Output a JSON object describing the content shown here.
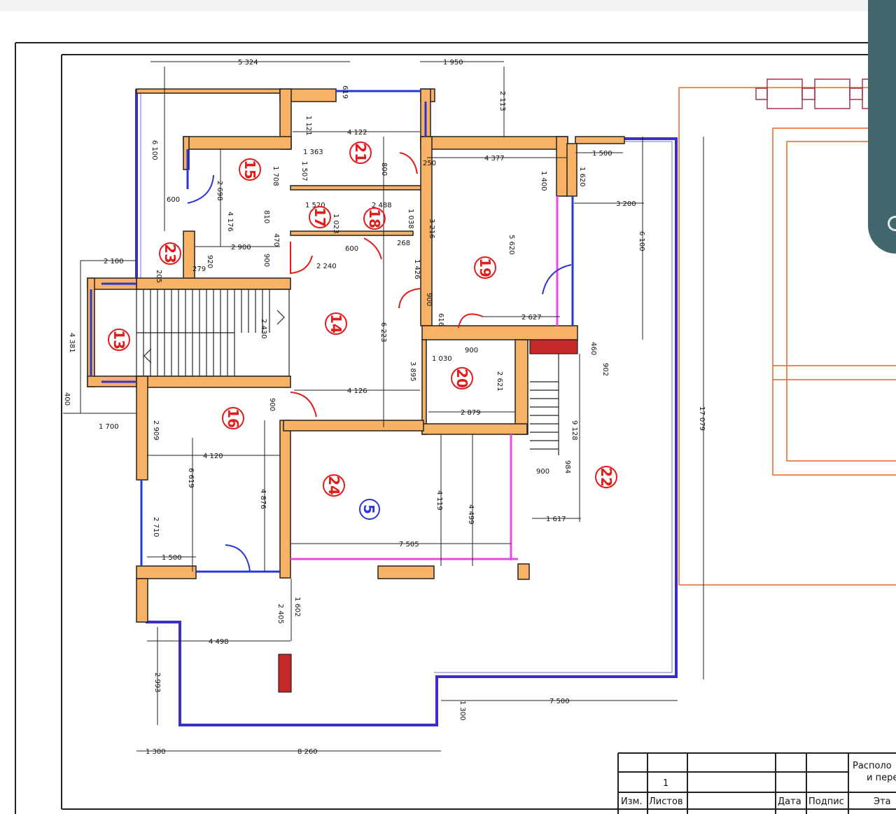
{
  "rooms": [
    {
      "id": "13",
      "label": "13"
    },
    {
      "id": "14",
      "label": "14"
    },
    {
      "id": "15",
      "label": "15"
    },
    {
      "id": "16",
      "label": "16"
    },
    {
      "id": "17",
      "label": "17"
    },
    {
      "id": "18",
      "label": "18"
    },
    {
      "id": "19",
      "label": "19"
    },
    {
      "id": "20",
      "label": "20"
    },
    {
      "id": "21",
      "label": "21"
    },
    {
      "id": "22",
      "label": "22"
    },
    {
      "id": "23",
      "label": "23"
    },
    {
      "id": "24",
      "label": "24"
    }
  ],
  "marker": "5",
  "dimensions": {
    "d5324": "5 324",
    "d619": "619",
    "d1950": "1 950",
    "d2113": "2 113",
    "d6100": "6 100",
    "d1121": "1 121",
    "d4122": "4 122",
    "d1363": "1 363",
    "d1507": "1 507",
    "d800": "800",
    "d250": "250",
    "d4377": "4 377",
    "d1500a": "1 500",
    "d1400": "1 400",
    "d1620": "1 620",
    "d2698": "2 698",
    "d1708": "1 708",
    "d600a": "600",
    "d3200": "3 200",
    "d6100b": "6 100",
    "d1520": "1 520",
    "d2488": "2 488",
    "d4176": "4 176",
    "d810": "810",
    "d1023": "1 023",
    "d1038": "1 038",
    "d3216": "3 216",
    "d5620": "5 620",
    "d17079": "17 079",
    "d2900": "2 900",
    "d470": "470",
    "d600b": "600",
    "d268": "268",
    "d2100": "2 100",
    "d920": "920",
    "d900a": "900",
    "d2240": "2 240",
    "d1426": "1 426",
    "d205": "205",
    "d279": "279",
    "d4381": "4 381",
    "d2430": "2 430",
    "d6223": "6 223",
    "d900b": "900",
    "d616": "616",
    "d2627": "2 627",
    "d900c": "900",
    "d1030": "1 030",
    "d3895": "3 895",
    "d2621": "2 621",
    "d460": "460",
    "d902": "902",
    "d1700": "1 700",
    "d4126": "4 126",
    "d900d": "900",
    "d2879": "2 879",
    "d9128": "9 128",
    "d2909": "2 909",
    "d4120": "4 120",
    "d6619": "6 619",
    "d900e": "900",
    "d984": "984",
    "d4876": "4 876",
    "d4119": "4 119",
    "d4499": "4 499",
    "d2710": "2 710",
    "d1617": "1 617",
    "d7505": "7 505",
    "d1500b": "1 500",
    "d1602": "1 602",
    "d2405": "2 405",
    "d4498": "4 498",
    "d2993": "2 993",
    "d1300a": "1 300",
    "d7500": "7 500",
    "d1300b": "1 300",
    "d8260": "8 260",
    "d400": "400"
  },
  "titleblock": {
    "izm": "Изм.",
    "listov": "Листов",
    "data": "Дата",
    "podpis": "Подпис",
    "sheet_count": "1",
    "title_line1": "Располо",
    "title_line2": "и пере",
    "etaz": "Эта"
  },
  "colors": {
    "wall": "#f7b266",
    "outer_wall": "#3a2fc4",
    "glass": "#2a36d6",
    "pink": "#e64de6",
    "room_number": "#e21b1b",
    "neighbor": "#e8622c"
  }
}
